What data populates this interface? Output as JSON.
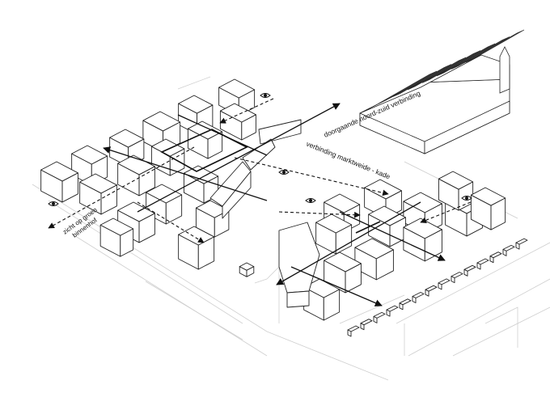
{
  "labels": {
    "north_south": "doorgaande noord-zuid verbinding",
    "market_quay": "verbinding marktweide - kade",
    "view_line1": "zicht op groen",
    "view_line2": "binnenhof"
  },
  "icons": [
    "eye-icon"
  ]
}
